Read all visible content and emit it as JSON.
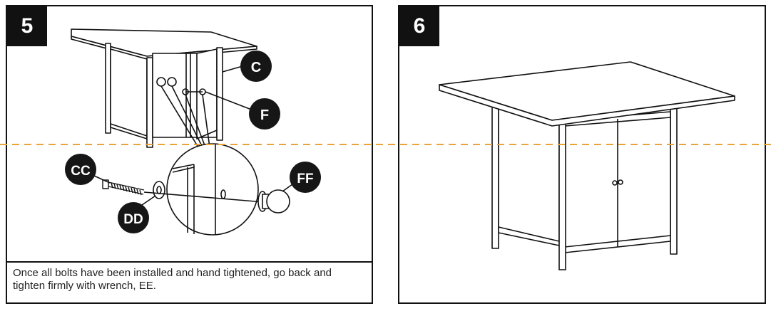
{
  "steps": [
    {
      "number": "5",
      "callouts": {
        "c": "C",
        "f": "F",
        "cc": "CC",
        "dd": "DD",
        "ff": "FF"
      },
      "instruction": "Once all bolts have been installed and hand tightened, go back and tighten firmly with wrench, EE."
    },
    {
      "number": "6"
    }
  ],
  "colors": {
    "divider": "#e8a33d",
    "ink": "#111111",
    "callout_bg": "#161616",
    "callout_text": "#ffffff"
  }
}
